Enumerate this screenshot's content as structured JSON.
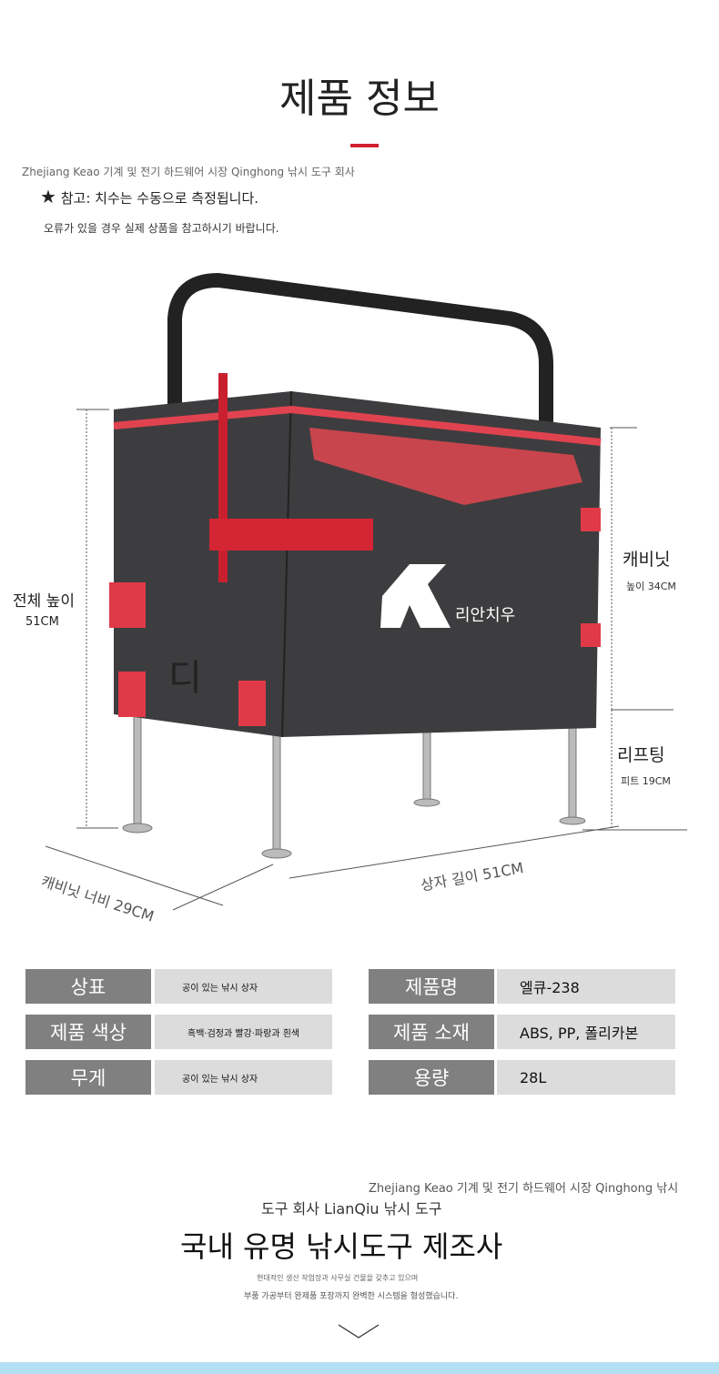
{
  "header": {
    "title": "제품 정보",
    "company": "Zhejiang Keao 기계 및 전기 하드웨어 시장 Qinghong 낚시 도구 회사",
    "note": "참고: 치수는 수동으로 측정됩니다.",
    "note_sub": "오류가 있을 경우 실제 상품을 참고하시기 바랍니다.",
    "accent": "#d0202e"
  },
  "product": {
    "brand_text": "리안치우",
    "side_mark": "디",
    "dims": {
      "total_height_label": "전체 높이",
      "total_height_value": "51CM",
      "cabinet_label": "캐비닛",
      "cabinet_height": "높이 34CM",
      "lift_label": "리프팅",
      "lift_value": "피트 19CM",
      "width": "캐비닛 너비 29CM",
      "length": "상자 길이 51CM"
    }
  },
  "specs": [
    {
      "key": "상표",
      "value": "공이 있는 낚시 상자"
    },
    {
      "key": "제품명",
      "value": "엘큐-238"
    },
    {
      "key": "제품 색상",
      "value": "흑백·검정과 빨강·파랑과 흰색"
    },
    {
      "key": "제품 소재",
      "value": "ABS, PP, 폴리카본"
    },
    {
      "key": "무게",
      "value": "공이 있는 낚시 상자"
    },
    {
      "key": "용량",
      "value": "28L"
    }
  ],
  "footer": {
    "line1": "Zhejiang Keao 기계 및 전기 하드웨어 시장 Qinghong 낚시",
    "line2": "도구 회사 LianQiu 낚시 도구",
    "headline": "국내 유명 낚시도구 제조사",
    "desc1": "현대적인 생산 작업장과 사무실 건물을 갖추고 있으며",
    "desc2": "부품 가공부터 완제품 포장까지 완벽한 시스템을 형성했습니다."
  }
}
